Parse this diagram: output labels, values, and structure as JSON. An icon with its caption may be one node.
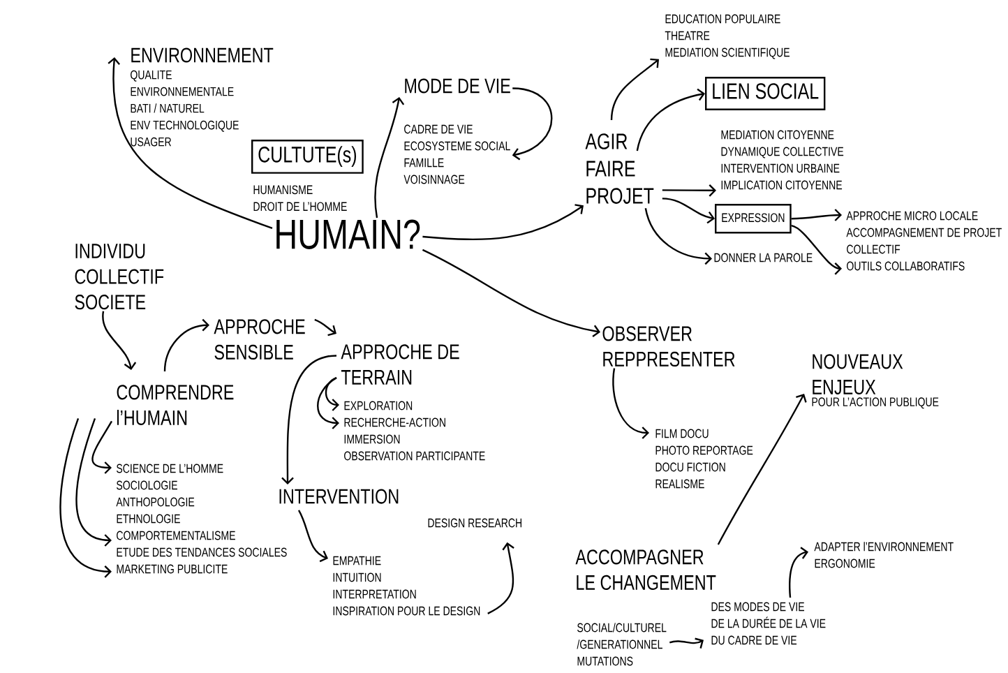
{
  "diagram": {
    "nodes": [
      {
        "text": [
          "HUMAIN?"
        ]
      },
      {
        "text": [
          "ENVIRONNEMENT",
          "QUALITE",
          "ENVIRONNEMENTALE",
          "BATI / NATUREL",
          "ENV TECHNOLOGIQUE",
          "USAGER"
        ]
      },
      {
        "text": [
          "CULTUTE(s)"
        ],
        "beside": [
          "HUMANISME",
          "DROIT DE L’HOMME"
        ]
      },
      {
        "text": [
          "MODE DE VIE"
        ]
      },
      {
        "text": [
          "CADRE DE VIE",
          "ECOSYSTEME SOCIAL",
          "FAMILLE",
          "VOISINNAGE"
        ]
      },
      {
        "text": [
          "AGIR FAIRE PROJET"
        ]
      },
      {
        "text": [
          "EDUCATION POPULAIRE",
          "THEATRE",
          "MEDIATION SCIENTIFIQUE"
        ]
      },
      {
        "text": [
          "LIEN SOCIAL"
        ]
      },
      {
        "text": [
          "MEDIATION CITOYENNE",
          "DYNAMIQUE COLLECTIVE",
          "INTERVENTION URBAINE",
          "IMPLICATION CITOYENNE"
        ]
      },
      {
        "text": [
          "EXPRESSION"
        ]
      },
      {
        "text": [
          "DONNER LA PAROLE"
        ]
      },
      {
        "text": [
          "APPROCHE MICRO LOCALE",
          "ACCOMPAGNEMENT DE PROJET",
          "COLLECTIF",
          "OUTILS COLLABORATIFS"
        ]
      },
      {
        "text": [
          "INDIVIDU COLLECTIF SOCIETE"
        ]
      },
      {
        "text": [
          "APPROCHE SENSIBLE"
        ]
      },
      {
        "text": [
          "APPROCHE DE TERRAIN"
        ]
      },
      {
        "text": [
          "EXPLORATION",
          "RECHERCHE-ACTION",
          "IMMERSION",
          "OBSERVATION PARTICIPANTE"
        ]
      },
      {
        "text": [
          "COMPRENDRE l’HUMAIN"
        ]
      },
      {
        "text": [
          "SCIENCE DE L’HOMME",
          "SOCIOLOGIE",
          "ANTHOPOLOGIE",
          "ETHNOLOGIE",
          "COMPORTEMENTALISME",
          "ETUDE DES TENDANCES SOCIALES",
          "MARKETING PUBLICITE"
        ]
      },
      {
        "text": [
          "INTERVENTION"
        ]
      },
      {
        "text": [
          "EMPATHIE",
          "INTUITION",
          "INTERPRETATION",
          "INSPIRATION POUR LE DESIGN"
        ]
      },
      {
        "text": [
          "DESIGN RESEARCH"
        ]
      },
      {
        "text": [
          "OBSERVER REPPRESENTER"
        ]
      },
      {
        "text": [
          "FILM DOCU",
          "PHOTO REPORTAGE",
          "DOCU FICTION",
          "REALISME"
        ]
      },
      {
        "text": [
          "NOUVEAUX ENJEUX",
          "POUR L’ACTION PUBLIQUE"
        ]
      },
      {
        "text": [
          "ACCOMPAGNER LE CHANGEMENT"
        ]
      },
      {
        "text": [
          "SOCIAL/CULTUREL",
          "/GENERATIONNEL",
          "MUTATIONS"
        ]
      },
      {
        "text": [
          "DES MODES DE VIE",
          "DE LA DURÉE DE LA VIE",
          "DU CADRE DE VIE"
        ]
      },
      {
        "text": [
          "ADAPTER l’ENVIRONNEMENT",
          "ERGONOMIE"
        ]
      }
    ],
    "edges": [
      {
        "from": 0,
        "to": 1,
        "arrow": "to"
      },
      {
        "from": 0,
        "to": 3,
        "arrow": "to"
      },
      {
        "from": 3,
        "to": 4,
        "arrow": "to"
      },
      {
        "from": 0,
        "to": 5,
        "arrow": "to"
      },
      {
        "from": 0,
        "to": 21,
        "arrow": "to"
      },
      {
        "from": 5,
        "to": 6,
        "arrow": "to"
      },
      {
        "from": 5,
        "to": 7,
        "arrow": "to"
      },
      {
        "from": 5,
        "to": 8,
        "arrow": "to"
      },
      {
        "from": 5,
        "to": 9,
        "arrow": "to"
      },
      {
        "from": 5,
        "to": 10,
        "arrow": "to"
      },
      {
        "from": 9,
        "to": 11,
        "arrow": "to"
      },
      {
        "from": 9,
        "to": 11,
        "arrow": "to"
      },
      {
        "from": 12,
        "to": 16,
        "arrow": "to"
      },
      {
        "from": 16,
        "to": 13,
        "arrow": "to"
      },
      {
        "from": 13,
        "to": 14,
        "arrow": "to"
      },
      {
        "from": 14,
        "to": 15,
        "arrow": "to"
      },
      {
        "from": 14,
        "to": 15,
        "arrow": "to"
      },
      {
        "from": 14,
        "to": 18,
        "arrow": "to"
      },
      {
        "from": 16,
        "to": 17,
        "arrow": "to"
      },
      {
        "from": 16,
        "to": 17,
        "arrow": "to"
      },
      {
        "from": 16,
        "to": 17,
        "arrow": "to"
      },
      {
        "from": 18,
        "to": 19,
        "arrow": "to"
      },
      {
        "from": 19,
        "to": 20,
        "arrow": "to"
      },
      {
        "from": 21,
        "to": 22,
        "arrow": "to"
      },
      {
        "from": 24,
        "to": 23,
        "arrow": "to"
      },
      {
        "from": 25,
        "to": 26,
        "arrow": "to"
      },
      {
        "from": 26,
        "to": 27,
        "arrow": "to"
      }
    ]
  }
}
